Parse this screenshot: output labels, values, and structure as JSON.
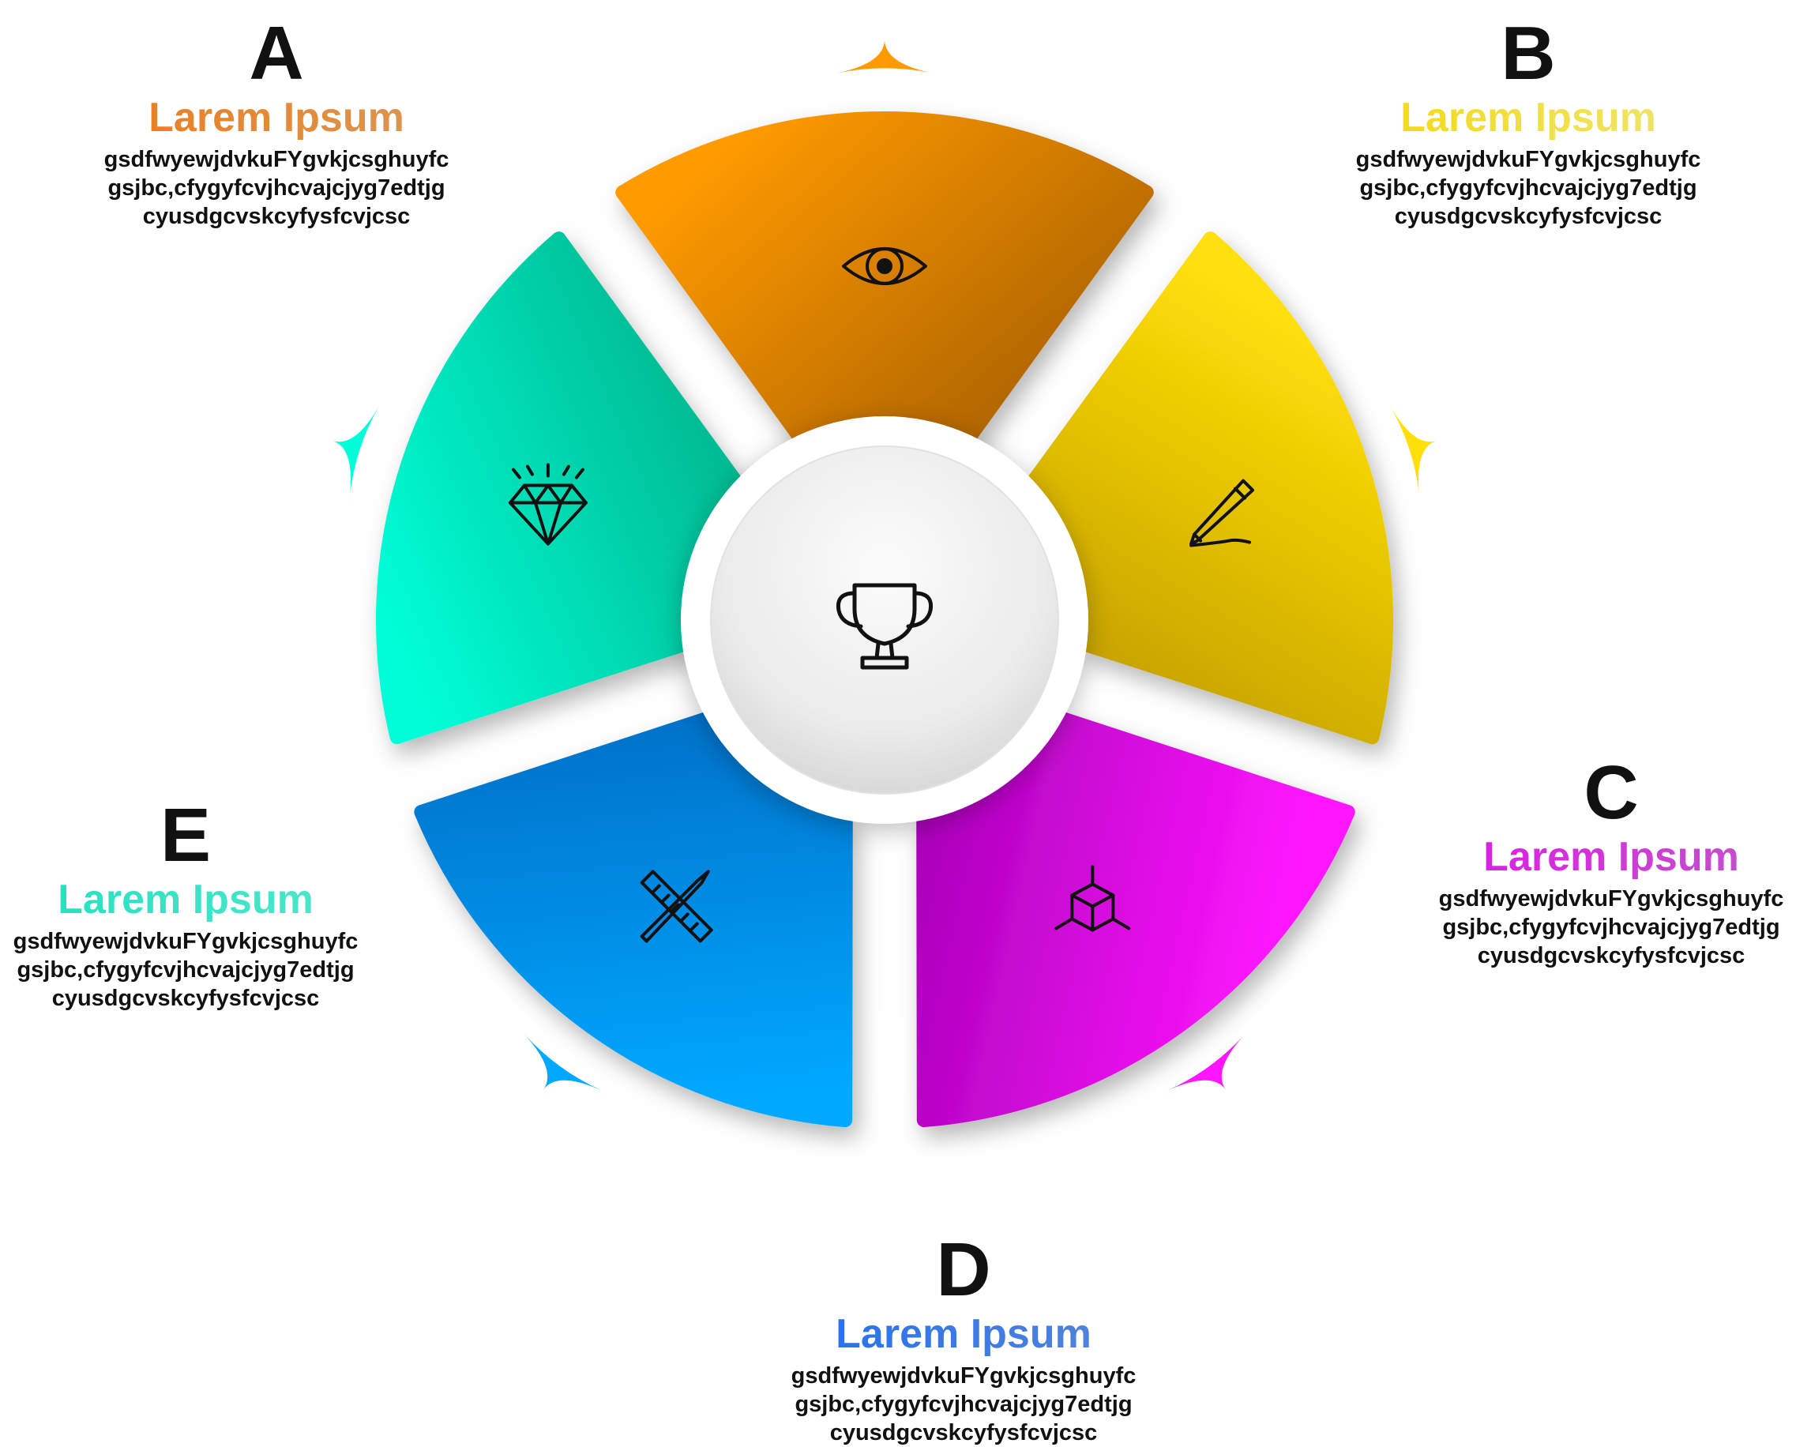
{
  "center": {
    "icon": "trophy-icon",
    "colors": {
      "inner": "#f0f0f0",
      "ring": "#ffffff"
    }
  },
  "segments": [
    {
      "letter": "A",
      "title": "Larem Ipsum",
      "lines": [
        "gsdfwyewjdvkuFYgvkjcsghuyfc",
        "gsjbc,cfygyfcvjhcvajcjyg7edtjg",
        "cyusdgcvskcyfysfcvjcsc"
      ],
      "icon": "eye-icon",
      "colors": {
        "light": "#ff9a00",
        "dark": "#b06500",
        "title_from": "#ee7a1a",
        "title_to": "#d89a5a"
      }
    },
    {
      "letter": "B",
      "title": "Larem Ipsum",
      "lines": [
        "gsdfwyewjdvkuFYgvkjcsghuyfc",
        "gsjbc,cfygyfcvjhcvajcjyg7edtjg",
        "cyusdgcvskcyfysfcvjcsc"
      ],
      "icon": "pencil-icon",
      "colors": {
        "light": "#ffdf08",
        "dark": "#c7a300",
        "title_from": "#f6d60a",
        "title_to": "#ece87a"
      }
    },
    {
      "letter": "C",
      "title": "Larem Ipsum",
      "lines": [
        "gsdfwyewjdvkuFYgvkjcsghuyfc",
        "gsjbc,cfygyfcvjhcvajcjyg7edtjg",
        "cyusdgcvskcyfysfcvjcsc"
      ],
      "icon": "cube-icon",
      "colors": {
        "light": "#ff16ff",
        "dark": "#a800b8",
        "title_from": "#e015e8",
        "title_to": "#c05ac8"
      }
    },
    {
      "letter": "D",
      "title": "Larem Ipsum",
      "lines": [
        "gsdfwyewjdvkuFYgvkjcsghuyfc",
        "gsjbc,cfygyfcvjhcvajcjyg7edtjg",
        "cyusdgcvskcyfysfcvjcsc"
      ],
      "icon": "ruler-pencil-icon",
      "colors": {
        "light": "#00a8ff",
        "dark": "#0070c8",
        "title_from": "#1f6ff0",
        "title_to": "#5b86d8"
      }
    },
    {
      "letter": "E",
      "title": "Larem Ipsum",
      "lines": [
        "gsdfwyewjdvkuFYgvkjcsghuyfc",
        "gsjbc,cfygyfcvjhcvajcjyg7edtjg",
        "cyusdgcvskcyfysfcvjcsc"
      ],
      "icon": "diamond-icon",
      "colors": {
        "light": "#00ffd8",
        "dark": "#00b890",
        "title_from": "#1de0c0",
        "title_to": "#57e6cc"
      }
    }
  ]
}
